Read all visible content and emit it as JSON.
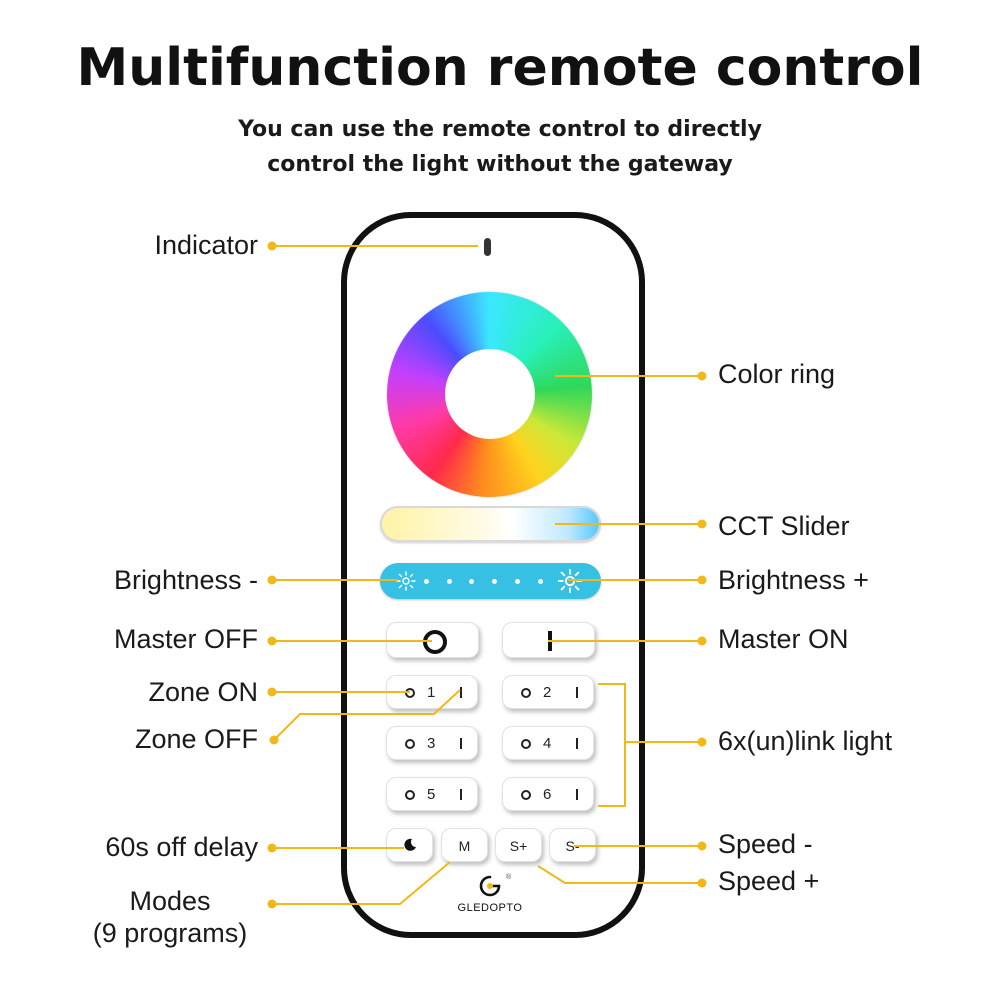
{
  "header": {
    "title": "Multifunction remote control",
    "subtitle_line1": "You can use the remote control to directly",
    "subtitle_line2": "control the light without the gateway"
  },
  "labels": {
    "indicator": "Indicator",
    "color_ring": "Color ring",
    "cct_slider": "CCT Slider",
    "brightness_minus": "Brightness -",
    "brightness_plus": "Brightness +",
    "master_off": "Master OFF",
    "master_on": "Master ON",
    "zone_on": "Zone ON",
    "zone_off": "Zone OFF",
    "link_light": "6x(un)link light",
    "off_delay": "60s off delay",
    "speed_minus": "Speed -",
    "speed_plus": "Speed +",
    "modes_line1": "Modes",
    "modes_line2": "(9 programs)"
  },
  "remote": {
    "zones": [
      "1",
      "2",
      "3",
      "4",
      "5",
      "6"
    ],
    "mode_button": "M",
    "speed_plus_button": "S+",
    "speed_minus_button": "S-",
    "brand": "GLEDOPTO",
    "registered_mark": "®"
  },
  "colors": {
    "accent_line": "#f2b818",
    "brightness_bar": "#36c1e4",
    "outline": "#111111"
  }
}
